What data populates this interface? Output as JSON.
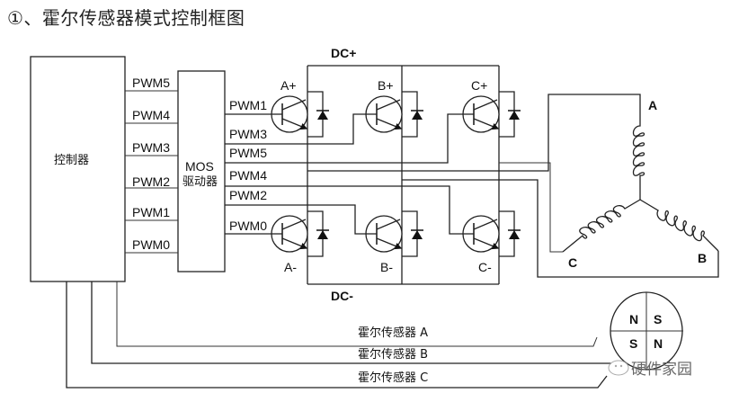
{
  "title": "①、霍尔传感器模式控制框图",
  "controller": {
    "label": "控制器"
  },
  "driver": {
    "line1": "MOS",
    "line2": "驱动器"
  },
  "controller_outputs": [
    "PWM5",
    "PWM4",
    "PWM3",
    "PWM2",
    "PWM1",
    "PWM0"
  ],
  "driver_outputs": [
    "PWM1",
    "PWM3",
    "PWM5",
    "PWM4",
    "PWM2",
    "PWM0"
  ],
  "bus": {
    "positive": "DC+",
    "negative": "DC-"
  },
  "switches": {
    "upper": [
      "A+",
      "B+",
      "C+"
    ],
    "lower": [
      "A-",
      "B-",
      "C-"
    ]
  },
  "motor": {
    "phases": [
      "A",
      "B",
      "C"
    ]
  },
  "rotor": {
    "quadrants": [
      "N",
      "S",
      "S",
      "N"
    ]
  },
  "hall_sensors": [
    "霍尔传感器 A",
    "霍尔传感器 B",
    "霍尔传感器 C"
  ],
  "watermark": "硬件家园"
}
